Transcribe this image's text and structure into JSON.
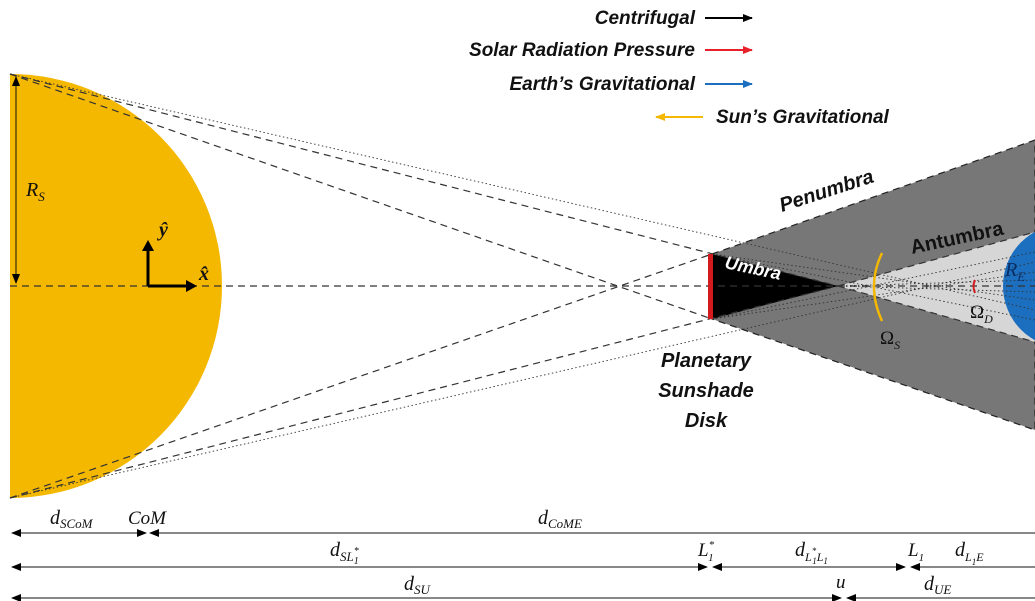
{
  "legend": {
    "centrifugal": "Centrifugal",
    "srp": "Solar Radiation Pressure",
    "earth_grav": "Earth’s Gravitational",
    "sun_grav": "Sun’s Gravitational",
    "colors": {
      "centrifugal": "#000000",
      "srp": "#e8202a",
      "earth_grav": "#1c6fbf",
      "sun_grav": "#f5b800"
    }
  },
  "regions": {
    "penumbra": "Penumbra",
    "antumbra": "Antumbra",
    "umbra": "Umbra",
    "disk_line1": "Planetary",
    "disk_line2": "Sunshade",
    "disk_line3": "Disk"
  },
  "symbols": {
    "rs_main": "R",
    "rs_sub": "S",
    "y_hat": "ŷ",
    "x_hat": "x̂",
    "re_main": "R",
    "re_sub": "E",
    "omega_s": "Ω",
    "omega_s_sub": "S",
    "omega_d": "Ω",
    "omega_d_sub": "D"
  },
  "dimensions": {
    "row1": {
      "d_scom_main": "d",
      "d_scom_sub": "SCoM",
      "com": "CoM",
      "d_come_main": "d",
      "d_come_sub": "CoME"
    },
    "row2": {
      "d_sl1_main": "d",
      "d_sl1_sub": "SL",
      "d_sl1_sup": "*",
      "d_sl1_subsub": "1",
      "l1star_main": "L",
      "l1star_sup": "*",
      "l1star_sub": "1",
      "d_l1l1_main": "d",
      "d_l1l1_sub": "L",
      "d_l1l1_sup": "*",
      "d_l1l1_sub2": "1",
      "d_l1l1_tail": "L",
      "d_l1l1_tail_sub": "1",
      "l1_main": "L",
      "l1_sub": "1",
      "d_l1e_main": "d",
      "d_l1e_sub": "L",
      "d_l1e_sub2": "1",
      "d_l1e_tail": "E"
    },
    "row3": {
      "d_su_main": "d",
      "d_su_sub": "SU",
      "u": "u",
      "d_ue_main": "d",
      "d_ue_sub": "UE"
    }
  }
}
